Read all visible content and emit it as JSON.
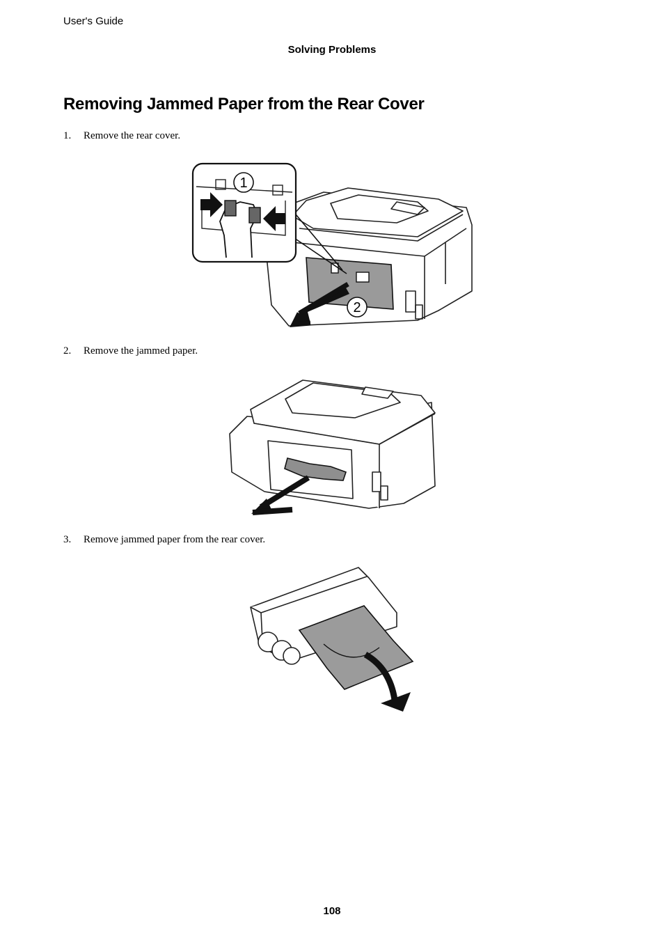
{
  "header": {
    "running_head": "User's Guide",
    "section": "Solving Problems"
  },
  "title": "Removing Jammed Paper from the Rear Cover",
  "steps": [
    {
      "number": "1.",
      "text": "Remove the rear cover."
    },
    {
      "number": "2.",
      "text": "Remove the jammed paper."
    },
    {
      "number": "3.",
      "text": "Remove jammed paper from the rear cover."
    }
  ],
  "figure1_callouts": [
    "1",
    "2"
  ],
  "footer": {
    "page_number": "108"
  }
}
